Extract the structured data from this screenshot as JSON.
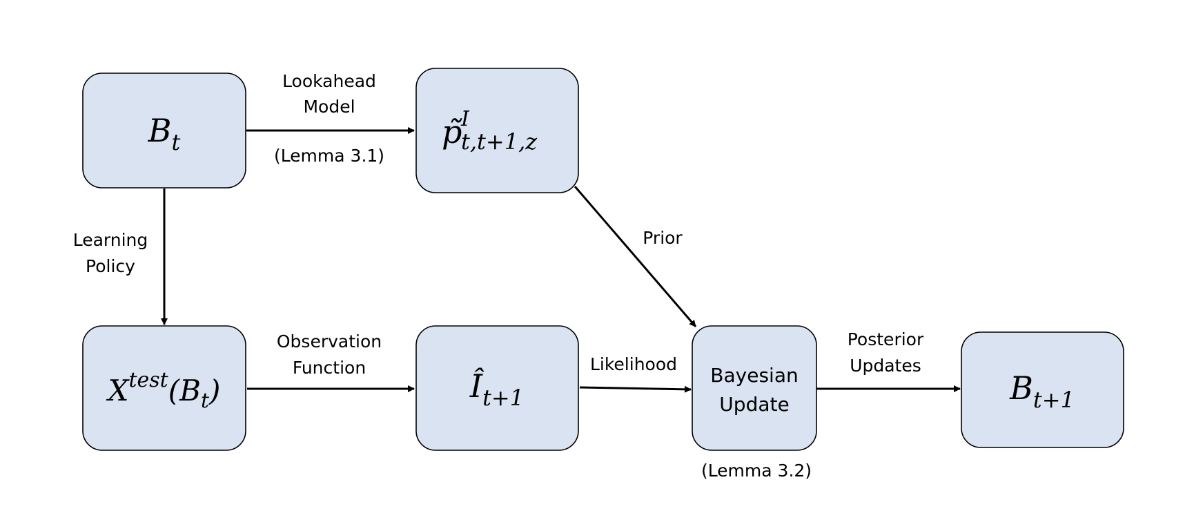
{
  "nodes": {
    "b_t": {
      "base": "B",
      "sub": "t"
    },
    "p_tilde": {
      "base": "p̃",
      "sup": "I",
      "sub": "t,t+1,z"
    },
    "x_test": {
      "base": "X",
      "sup": "test",
      "arg_open": "(",
      "arg_base": "B",
      "arg_sub": "t",
      "arg_close": ")"
    },
    "i_hat": {
      "base": "Î",
      "sub": "t+1"
    },
    "bayesian_update": {
      "line1": "Bayesian",
      "line2": "Update"
    },
    "b_t1": {
      "base": "B",
      "sub": "t+1"
    }
  },
  "edges": {
    "lookahead": {
      "line1": "Lookahead",
      "line2": "Model",
      "note": "(Lemma 3.1)"
    },
    "learning_policy": {
      "line1": "Learning",
      "line2": "Policy"
    },
    "prior": {
      "label": "Prior"
    },
    "observation": {
      "line1": "Observation",
      "line2": "Function"
    },
    "likelihood": {
      "label": "Likelihood"
    },
    "posterior": {
      "line1": "Posterior",
      "line2": "Updates"
    }
  },
  "notes": {
    "lemma_3_2": "(Lemma 3.2)"
  },
  "colors": {
    "box_fill": "#dae3f1",
    "stroke": "#000000"
  }
}
